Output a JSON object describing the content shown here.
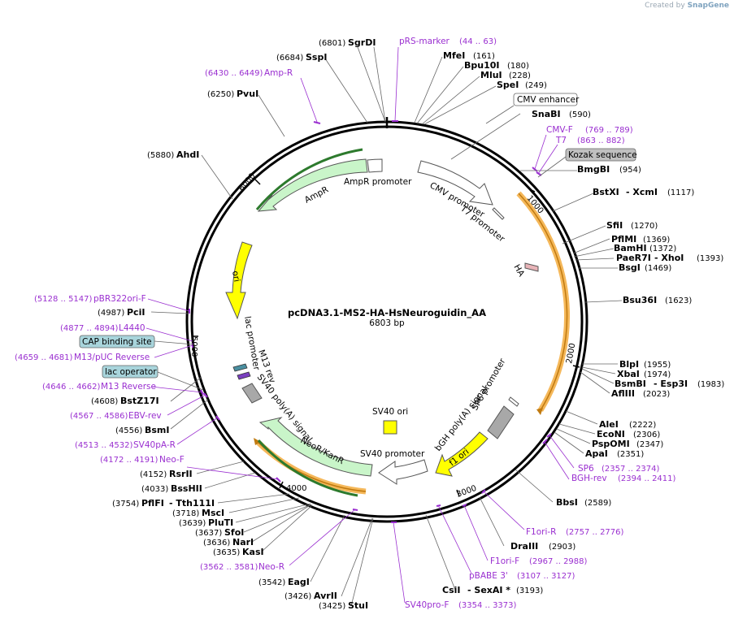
{
  "credit": {
    "prefix": "Created by",
    "brand": "SnapGene"
  },
  "plasmid": {
    "name": "pcDNA3.1-MS2-HA-HsNeuroguidin_AA",
    "length": "6803 bp"
  },
  "ticks": [
    "1000",
    "2000",
    "3000",
    "4000",
    "5000",
    "6000"
  ],
  "features": [
    {
      "label": "AmpR",
      "type": "arrow-green"
    },
    {
      "label": "AmpR promoter",
      "type": "arrow-white"
    },
    {
      "label": "CMV promoter",
      "type": "arrow-white"
    },
    {
      "label": "T7 promoter",
      "type": "arrow-white"
    },
    {
      "label": "HA",
      "type": "tag"
    },
    {
      "label": "ori",
      "type": "arrow-yellow"
    },
    {
      "label": "lac promoter",
      "type": "arrow-white"
    },
    {
      "label": "M13 rev",
      "type": "primer"
    },
    {
      "label": "SV40 poly(A) signal",
      "type": "terminator"
    },
    {
      "label": "NeoR/KanR",
      "type": "arrow-green"
    },
    {
      "label": "SV40 promoter",
      "type": "arrow-white"
    },
    {
      "label": "SV40 ori",
      "type": "origin"
    },
    {
      "label": "f1 ori",
      "type": "arrow-yellow"
    },
    {
      "label": "bGH poly(A) signal",
      "type": "terminator"
    },
    {
      "label": "SP6 promoter",
      "type": "arrow-white"
    }
  ],
  "boxed_labels": [
    {
      "label": "CMV enhancer",
      "style": "white"
    },
    {
      "label": "Kozak sequence",
      "style": "grey"
    },
    {
      "label": "CAP binding site",
      "style": "teal"
    },
    {
      "label": "lac operator",
      "style": "teal"
    }
  ],
  "sites_right": [
    {
      "name": "SgrDI",
      "pos": "(6801)"
    },
    {
      "name": "SspI",
      "pos": "(6684)"
    },
    {
      "name": "PvuI",
      "pos": "(6250)"
    },
    {
      "name": "AhdI",
      "pos": "(5880)"
    },
    {
      "name": "MfeI",
      "pos": "(161)"
    },
    {
      "name": "Bpu10I",
      "pos": "(180)"
    },
    {
      "name": "MluI",
      "pos": "(228)"
    },
    {
      "name": "SpeI",
      "pos": "(249)"
    },
    {
      "name": "SnaBI",
      "pos": "(590)"
    },
    {
      "name": "BmgBI",
      "pos": "(954)"
    },
    {
      "name": "BstXI",
      "extra": "- XcmI",
      "pos": "(1117)"
    },
    {
      "name": "SfiI",
      "pos": "(1270)"
    },
    {
      "name": "PflMI",
      "pos": "(1369)"
    },
    {
      "name": "BamHI",
      "pos": "(1372)"
    },
    {
      "name": "PaeR7I",
      "extra": "- XhoI",
      "pos": "(1393)"
    },
    {
      "name": "BsgI",
      "pos": "(1469)"
    },
    {
      "name": "Bsu36I",
      "pos": "(1623)"
    },
    {
      "name": "BlpI",
      "pos": "(1955)"
    },
    {
      "name": "XbaI",
      "pos": "(1974)"
    },
    {
      "name": "BsmBI",
      "extra": "- Esp3I",
      "pos": "(1983)"
    },
    {
      "name": "AflIII",
      "pos": "(2023)"
    },
    {
      "name": "AleI",
      "pos": "(2222)"
    },
    {
      "name": "EcoNI",
      "pos": "(2306)"
    },
    {
      "name": "PspOMI",
      "pos": "(2347)"
    },
    {
      "name": "ApaI",
      "pos": "(2351)"
    },
    {
      "name": "BbsI",
      "pos": "(2589)"
    },
    {
      "name": "DraIII",
      "pos": "(2903)"
    },
    {
      "name": "CsiI",
      "extra": "- SexAI *",
      "pos": "(3193)"
    }
  ],
  "sites_left": [
    {
      "name": "PciI",
      "pos": "(4987)"
    },
    {
      "name": "BstZ17I",
      "pos": "(4608)"
    },
    {
      "name": "BsmI",
      "pos": "(4556)"
    },
    {
      "name": "RsrII",
      "pos": "(4152)"
    },
    {
      "name": "BssHII",
      "pos": "(4033)"
    },
    {
      "name": "PflFI",
      "extra": "- Tth111I",
      "pos": "(3754)"
    },
    {
      "name": "MscI",
      "pos": "(3718)"
    },
    {
      "name": "PluTI",
      "pos": "(3639)"
    },
    {
      "name": "SfoI",
      "pos": "(3637)"
    },
    {
      "name": "NarI",
      "pos": "(3636)"
    },
    {
      "name": "KasI",
      "pos": "(3635)"
    },
    {
      "name": "EagI",
      "pos": "(3542)"
    },
    {
      "name": "AvrII",
      "pos": "(3426)"
    },
    {
      "name": "StuI",
      "pos": "(3425)"
    }
  ],
  "primers": [
    {
      "name": "pRS-marker",
      "range": "(44 .. 63)"
    },
    {
      "name": "Amp-R",
      "range": "(6430 .. 6449)"
    },
    {
      "name": "CMV-F",
      "range": "(769 .. 789)"
    },
    {
      "name": "T7",
      "range": "(863 .. 882)"
    },
    {
      "name": "SP6",
      "range": "(2357 .. 2374)"
    },
    {
      "name": "BGH-rev",
      "range": "(2394 .. 2411)"
    },
    {
      "name": "F1ori-R",
      "range": "(2757 .. 2776)"
    },
    {
      "name": "F1ori-F",
      "range": "(2967 .. 2988)"
    },
    {
      "name": "pBABE 3'",
      "range": "(3107 .. 3127)"
    },
    {
      "name": "SV40pro-F",
      "range": "(3354 .. 3373)"
    },
    {
      "name": "Neo-R",
      "range": "(3562 .. 3581)"
    },
    {
      "name": "Neo-F",
      "range": "(4172 .. 4191)"
    },
    {
      "name": "SV40pA-R",
      "range": "(4513 .. 4532)"
    },
    {
      "name": "EBV-rev",
      "range": "(4567 .. 4586)"
    },
    {
      "name": "M13 Reverse",
      "range": "(4646 .. 4662)"
    },
    {
      "name": "M13/pUC Reverse",
      "range": "(4659 .. 4681)"
    },
    {
      "name": "L4440",
      "range": "(4877 .. 4894)"
    },
    {
      "name": "pBR322ori-F",
      "range": "(5128 .. 5147)"
    }
  ],
  "colors": {
    "primer": "#9a2fd0",
    "green": "#c9f5c9",
    "yellow": "#ffff00",
    "orange": "#f5a623",
    "teal": "#a8d4db"
  }
}
